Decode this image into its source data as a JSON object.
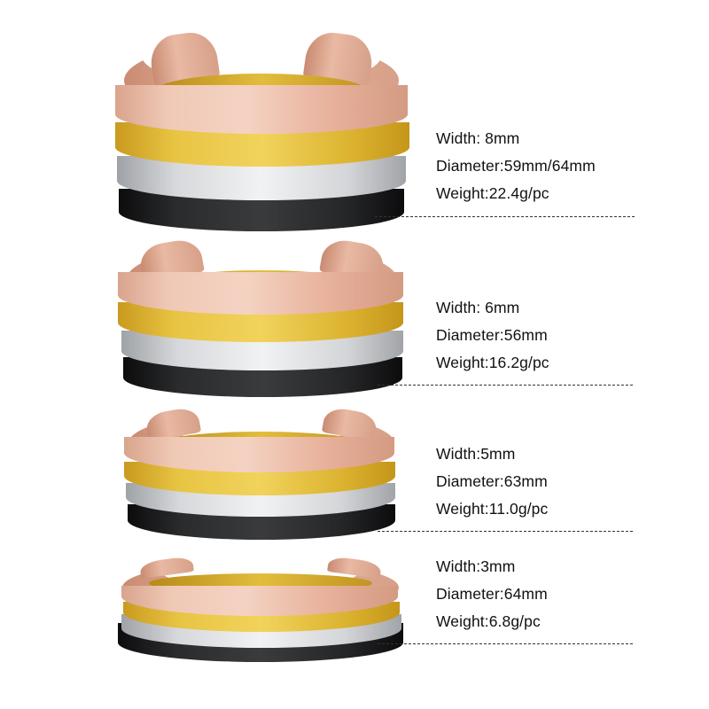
{
  "products": [
    {
      "id_label": "8mm cuff set",
      "colors": [
        "rose-gold",
        "gold",
        "silver",
        "black"
      ],
      "width": "Width: 8mm",
      "diameter": "Diameter:59mm/64mm",
      "weight": "Weight:22.4g/pc"
    },
    {
      "id_label": "6mm cuff set",
      "colors": [
        "rose-gold",
        "gold",
        "silver",
        "black"
      ],
      "width": "Width: 6mm",
      "diameter": "Diameter:56mm",
      "weight": "Weight:16.2g/pc"
    },
    {
      "id_label": "5mm cuff set",
      "colors": [
        "rose-gold",
        "gold",
        "silver",
        "black"
      ],
      "width": "Width:5mm",
      "diameter": "Diameter:63mm",
      "weight": "Weight:11.0g/pc"
    },
    {
      "id_label": "3mm cuff set",
      "colors": [
        "rose-gold",
        "gold",
        "silver",
        "black"
      ],
      "width": "Width:3mm",
      "diameter": "Diameter:64mm",
      "weight": "Weight:6.8g/pc"
    }
  ],
  "palette": {
    "rose_gold": "#ecbfab",
    "gold": "#e6c040",
    "silver": "#e2e3e5",
    "black": "#1e1f21",
    "text": "#111111",
    "background": "#ffffff"
  }
}
